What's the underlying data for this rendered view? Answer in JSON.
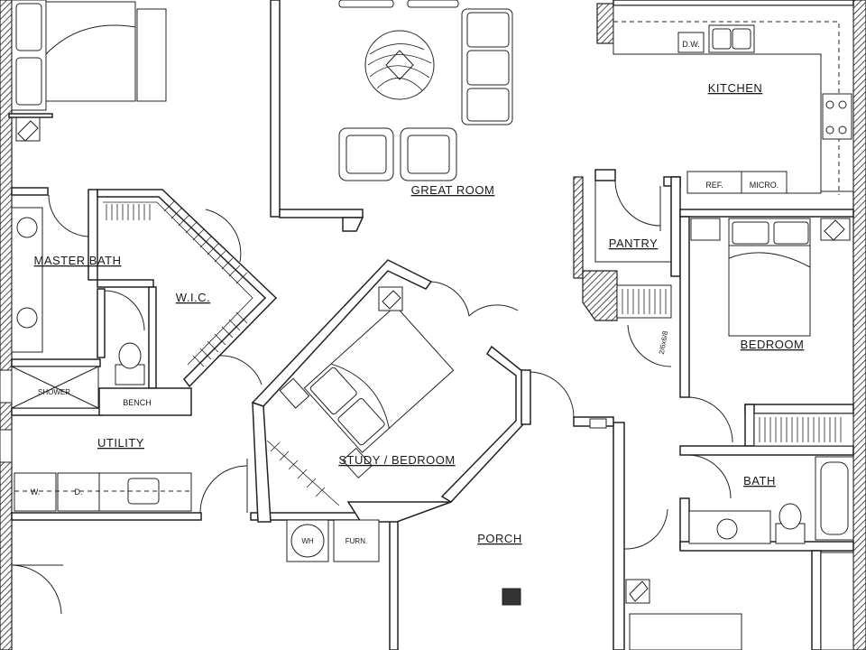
{
  "rooms": {
    "great_room": "GREAT ROOM",
    "kitchen": "KITCHEN",
    "pantry": "PANTRY",
    "bedroom": "BEDROOM",
    "master_bath": "MASTER BATH",
    "wic": "W.I.C.",
    "study_bedroom": "STUDY / BEDROOM",
    "utility": "UTILITY",
    "bath": "BATH",
    "porch": "PORCH"
  },
  "fixtures": {
    "dw": "D.W.",
    "ref": "REF.",
    "micro": "MICRO.",
    "shower": "SHOWER",
    "bench": "BENCH",
    "washer": "W.",
    "dryer": "D.",
    "water_heater": "WH",
    "furnace": "FURN.",
    "door_size": "2/6x6/8"
  },
  "colors": {
    "line": "#222222",
    "background": "#ffffff"
  }
}
